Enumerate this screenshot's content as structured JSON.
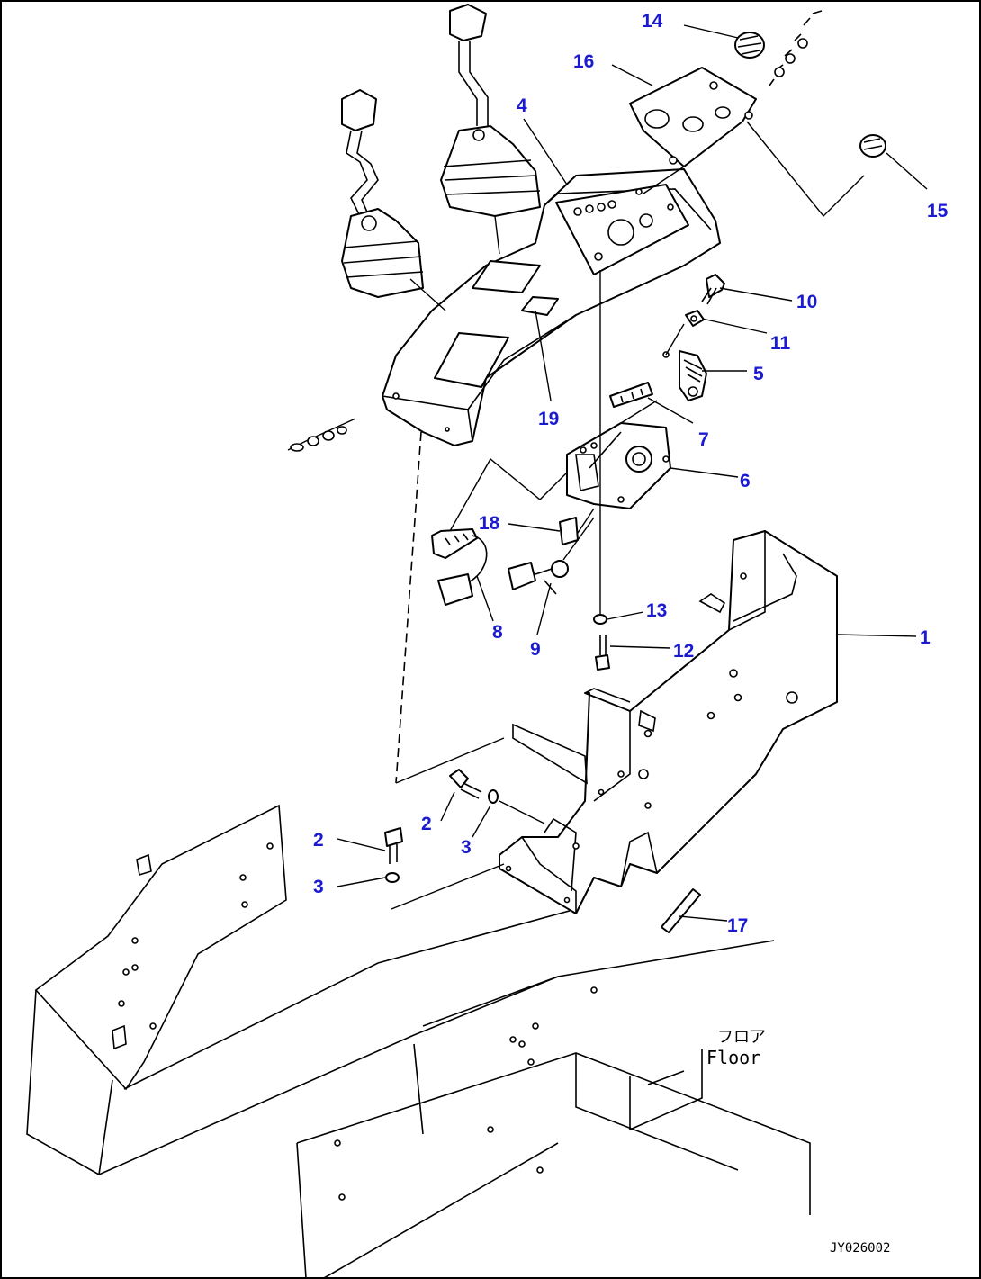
{
  "diagram": {
    "floor_label_jp": "フロア",
    "floor_label_en": "Floor",
    "drawing_code": "JY026002",
    "label_color": "#1a1ad0",
    "callouts": [
      "1",
      "2",
      "2",
      "3",
      "3",
      "4",
      "5",
      "6",
      "7",
      "8",
      "9",
      "10",
      "11",
      "12",
      "13",
      "14",
      "15",
      "16",
      "17",
      "18",
      "19"
    ]
  }
}
